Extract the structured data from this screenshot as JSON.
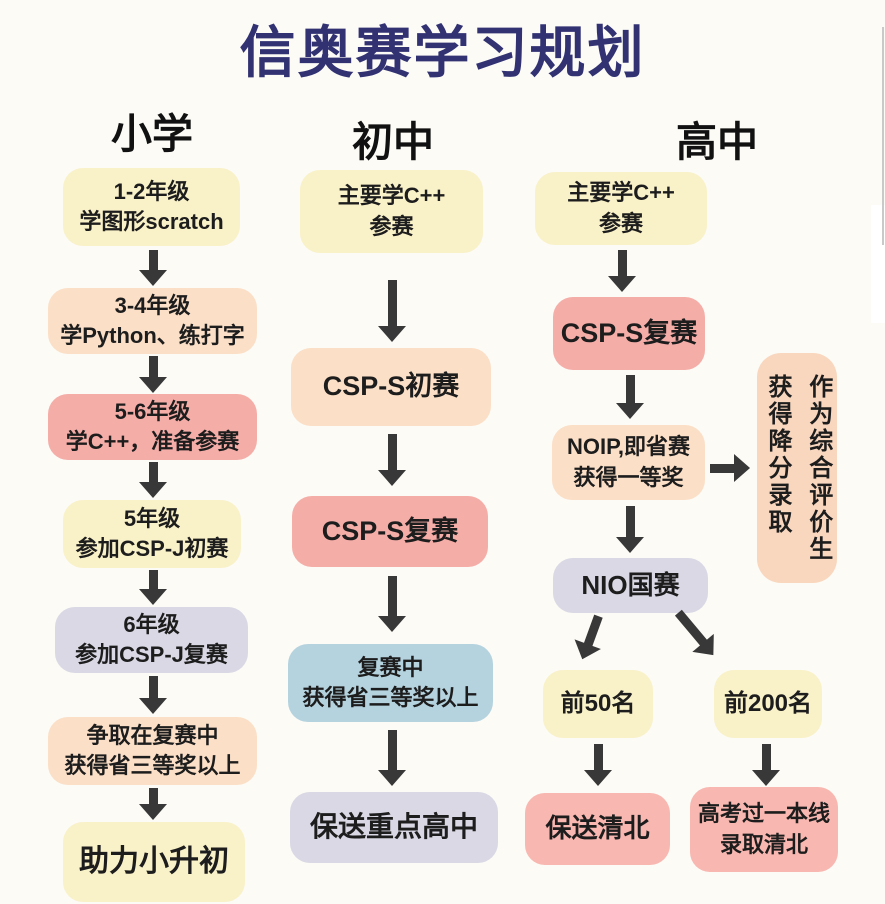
{
  "title": "信奥赛学习规划",
  "columns": [
    {
      "header": "小学",
      "boxes": [
        {
          "lines": [
            "1-2年级",
            "学图形scratch"
          ]
        },
        {
          "lines": [
            "3-4年级",
            "学Python、练打字"
          ]
        },
        {
          "lines": [
            "5-6年级",
            "学C++，准备参赛"
          ]
        },
        {
          "lines": [
            "5年级",
            "参加CSP-J初赛"
          ]
        },
        {
          "lines": [
            "6年级",
            "参加CSP-J复赛"
          ]
        },
        {
          "lines": [
            "争取在复赛中",
            "获得省三等奖以上"
          ]
        },
        {
          "lines": [
            "助力小升初"
          ]
        }
      ]
    },
    {
      "header": "初中",
      "boxes": [
        {
          "lines": [
            "主要学C++",
            "参赛"
          ]
        },
        {
          "lines": [
            "CSP-S初赛"
          ]
        },
        {
          "lines": [
            "CSP-S复赛"
          ]
        },
        {
          "lines": [
            "复赛中",
            "获得省三等奖以上"
          ]
        },
        {
          "lines": [
            "保送重点高中"
          ]
        }
      ]
    },
    {
      "header": "高中",
      "boxes": [
        {
          "lines": [
            "主要学C++",
            "参赛"
          ]
        },
        {
          "lines": [
            "CSP-S复赛"
          ]
        },
        {
          "lines": [
            "NOIP,即省赛",
            "获得一等奖"
          ]
        },
        {
          "lines": [
            "NIO国赛"
          ]
        },
        {
          "lines": [
            "前50名"
          ]
        },
        {
          "lines": [
            "前200名"
          ]
        },
        {
          "lines": [
            "保送清北"
          ]
        },
        {
          "lines": [
            "高考过一本线",
            "录取清北"
          ]
        }
      ]
    }
  ],
  "side_box": {
    "lines": [
      "作为综合评价生",
      "获得降分录取"
    ]
  },
  "colors": {
    "background": "#FCFBF6",
    "title": "#323273",
    "text": "#1d1d1d",
    "arrow": "#383838",
    "yellow": "#F9F1C8",
    "peach": "#FBDFC7",
    "pink": "#F5ADA8",
    "lavender": "#D9D8E4",
    "blue": "#B5D3DF",
    "pinklight": "#F8B7B0",
    "peachdeep": "#F9D7BF"
  }
}
